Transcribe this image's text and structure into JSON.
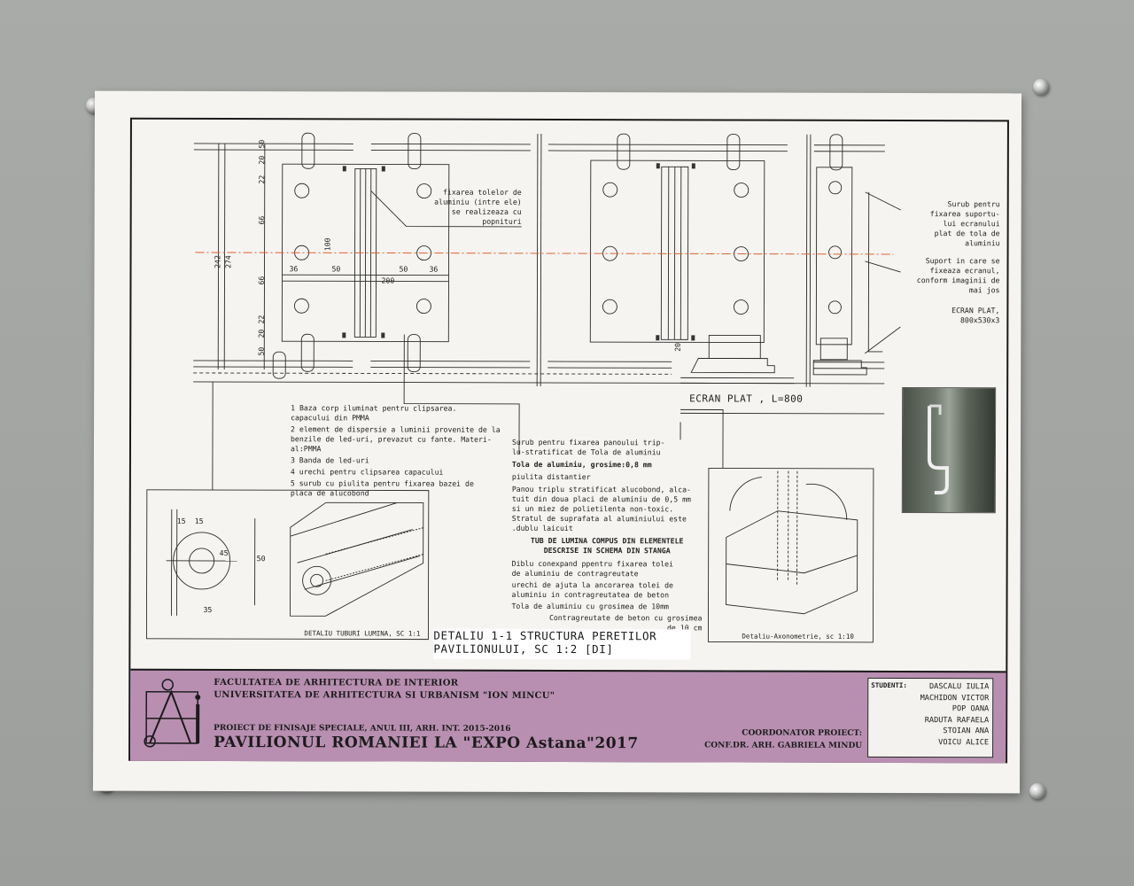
{
  "annotations": {
    "fixarea_tolelor": "fixarea tolelor de\naluminiu (intre ele)\nse realizeaza cu\npopnituri",
    "surub_pentru_fixarea": "Surub pentru\nfixarea suportu-\nlui ecranului\nplat de tola de\naluminiu",
    "suport_in_care": "Suport in care se\nfixeaza ecranul,\nconform imaginii de\nmai jos",
    "ecran_plat": "ECRAN PLAT,\n800x530x3",
    "ecran_plat_dim": "ECRAN PLAT , L=800"
  },
  "legend_left": [
    "1 Baza corp iluminat pentru clipsarea.\n   capacului din PMMA",
    "2 element de dispersie a luminii provenite de la\n   benzile de led-uri, prevazut cu fante. Materi-\n   al:PMMA",
    "3 Banda de led-uri",
    "4 urechi pentru clipsarea capacului",
    "5 surub cu piulita pentru fixarea bazei de\n   placa de  alucobond"
  ],
  "legend_mid": [
    "Surub pentru fixarea panoului trip-\nlu-stratificat de Tola de aluminiu",
    "Tola de aluminiu, grosime:0,8 mm",
    "piulita distantier",
    "Panou triplu stratificat alucobond, alca-\ntuit din doua placi de aluminiu de 0,5 mm\nsi un miez  de polietilenta non-toxic.\nStratul de suprafata al aluminiului este\n.dublu laicuit",
    "TUB DE LUMINA COMPUS DIN ELEMENTELE\nDESCRISE IN SCHEMA DIN STANGA",
    "Diblu conexpand ppentru fixarea tolei\nde aluminiu de contragreutate",
    "urechi de ajuta la ancorarea tolei de\naluminiu in contragreutatea de beton",
    "Tola de aluminiu cu grosimea de 10mm",
    "Contragreutate de beton cu grosimea\nde 10 cm"
  ],
  "detail_captions": {
    "tuburi": "DETALIU TUBURI LUMINA, SC 1:1",
    "axon": "Detaliu-Axonometrie, sc 1:10"
  },
  "dimensions": {
    "d50a": "50",
    "d20": "20",
    "d22a": "22",
    "d66a": "66",
    "d66b": "66",
    "d22b": "22",
    "d20b": "20",
    "d50b": "50",
    "d242": "242",
    "d274": "274",
    "d100": "100",
    "d36a": "36",
    "d50c": "50",
    "d50d": "50",
    "d36b": "36",
    "d200": "200",
    "d15a": "15",
    "d15b": "15",
    "d45": "45",
    "d35": "35",
    "d50e": "50",
    "d20c": "20"
  },
  "main_title": {
    "line1": "DETALIU 1-1 STRUCTURA PERETILOR",
    "line2": "PAVILIONULUI, SC 1:2 [DI]"
  },
  "title_block": {
    "logo_letter": "Ai",
    "faculty": "FACULTATEA DE ARHITECTURA DE INTERIOR",
    "university": "UNIVERSITATEA DE ARHITECTURA SI URBANISM \"ION MINCU\"",
    "project": "PROIECT DE FINISAJE SPECIALE, ANUL III, ARH. INT. 2015-2016",
    "pavilion": "PAVILIONUL ROMANIEI LA \"EXPO Astana\"2017",
    "coord_label": "COORDONATOR PROIECT:",
    "coord_name": "CONF.DR. ARH.  GABRIELA MINDU",
    "students_label": "STUDENTI:",
    "students": [
      "DASCALU IULIA",
      "MACHIDON VICTOR",
      "POP OANA",
      "RADUTA RAFAELA",
      "STOIAN  ANA",
      "VOICU ALICE"
    ]
  },
  "colors": {
    "band": "#b88fb1",
    "axis": "#e0622e",
    "ink": "#222222"
  }
}
